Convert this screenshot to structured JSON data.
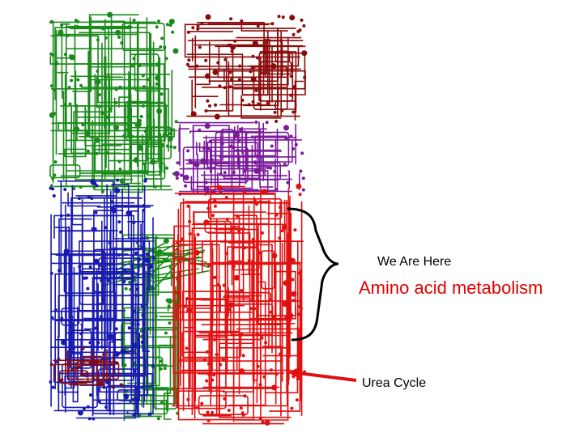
{
  "labels": {
    "we_are_here": "We Are Here",
    "amino_acid_metabolism": "Amino acid metabolism",
    "urea_cycle": "Urea Cycle"
  },
  "colors": {
    "carbohydrate": "#1a8a1a",
    "lipid": "#1a1ab0",
    "nucleotide": "#8a0a0a",
    "energy": "#7a1a9a",
    "amino_acid": "#e01010",
    "brace": "#000000",
    "arrow": "#e01010"
  }
}
